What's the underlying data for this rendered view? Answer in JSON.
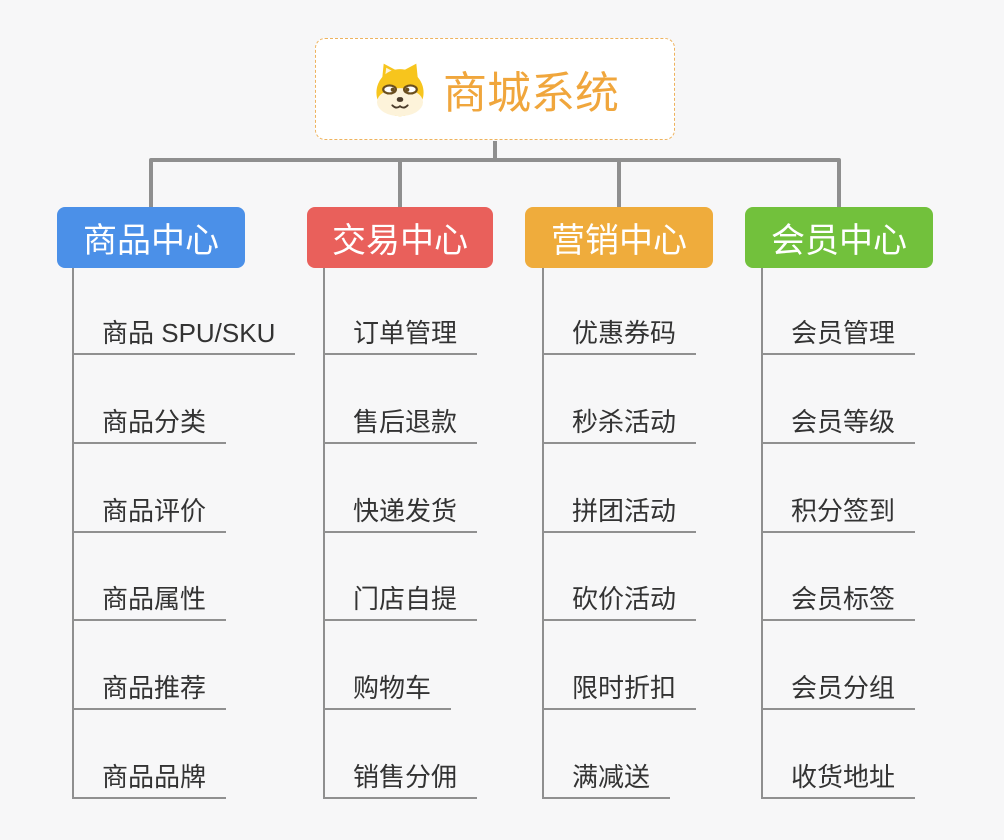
{
  "root": {
    "title": "商城系统",
    "icon": "dog-face-icon"
  },
  "branches": [
    {
      "label": "商品中心",
      "color": "#4b90e8",
      "items": [
        "商品 SPU/SKU",
        "商品分类",
        "商品评价",
        "商品属性",
        "商品推荐",
        "商品品牌"
      ]
    },
    {
      "label": "交易中心",
      "color": "#e9605b",
      "items": [
        "订单管理",
        "售后退款",
        "快递发货",
        "门店自提",
        "购物车",
        "销售分佣"
      ]
    },
    {
      "label": "营销中心",
      "color": "#efac3c",
      "items": [
        "优惠券码",
        "秒杀活动",
        "拼团活动",
        "砍价活动",
        "限时折扣",
        "满减送"
      ]
    },
    {
      "label": "会员中心",
      "color": "#72c13c",
      "items": [
        "会员管理",
        "会员等级",
        "积分签到",
        "会员标签",
        "会员分组",
        "收货地址"
      ]
    }
  ],
  "colors": {
    "background": "#f7f7f8",
    "connector_line": "#8f8f8f",
    "item_underline": "#909090",
    "item_text": "#333333",
    "root_border": "#eeb35e",
    "root_text": "#f0a63c",
    "branch_text": "#ffffff"
  }
}
